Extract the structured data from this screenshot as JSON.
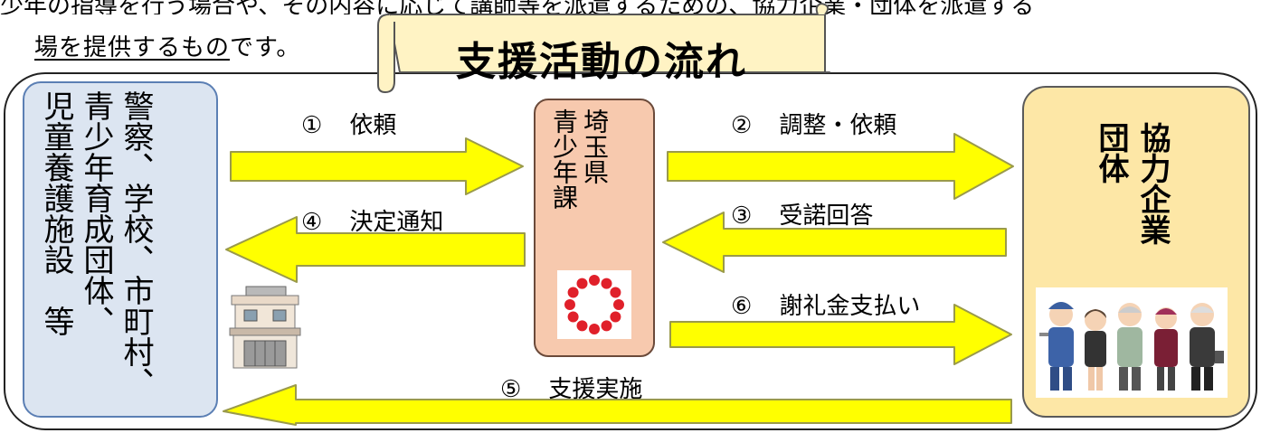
{
  "top_fragment": "少年の指導を行う場合や、その内容に応じて講師等を派遣するための、協力企業・団体を派遣する",
  "intro": {
    "text": "場を提供するもの",
    "suffix": "です。"
  },
  "title": "支援活動の流れ",
  "left_box": {
    "lines": [
      "警察、学校、市町村、",
      "青少年育成団体、",
      "児童養護施設　等"
    ],
    "icon": "facility-building-icon"
  },
  "center_box": {
    "lines": [
      "埼玉県",
      "青少年課"
    ],
    "icon": "saitama-emblem-icon"
  },
  "right_box": {
    "lines": [
      "協力企業",
      "団体"
    ],
    "icon": "workers-group-icon"
  },
  "arrows": [
    {
      "num": "①",
      "label": "依頼",
      "direction": "right"
    },
    {
      "num": "②",
      "label": "調整・依頼",
      "direction": "right"
    },
    {
      "num": "③",
      "label": "受諾回答",
      "direction": "left"
    },
    {
      "num": "④",
      "label": "決定通知",
      "direction": "left"
    },
    {
      "num": "⑤",
      "label": "支援実施",
      "direction": "left"
    },
    {
      "num": "⑥",
      "label": "謝礼金支払い",
      "direction": "right"
    }
  ],
  "colors": {
    "arrow_fill": "#ffff00",
    "arrow_stroke": "#9a9a4a",
    "left_box": "#dce5f1",
    "center_box": "#f7c9ae",
    "right_box": "#fde7a6",
    "banner": "#fff3c4",
    "emblem": "#e0202a"
  }
}
